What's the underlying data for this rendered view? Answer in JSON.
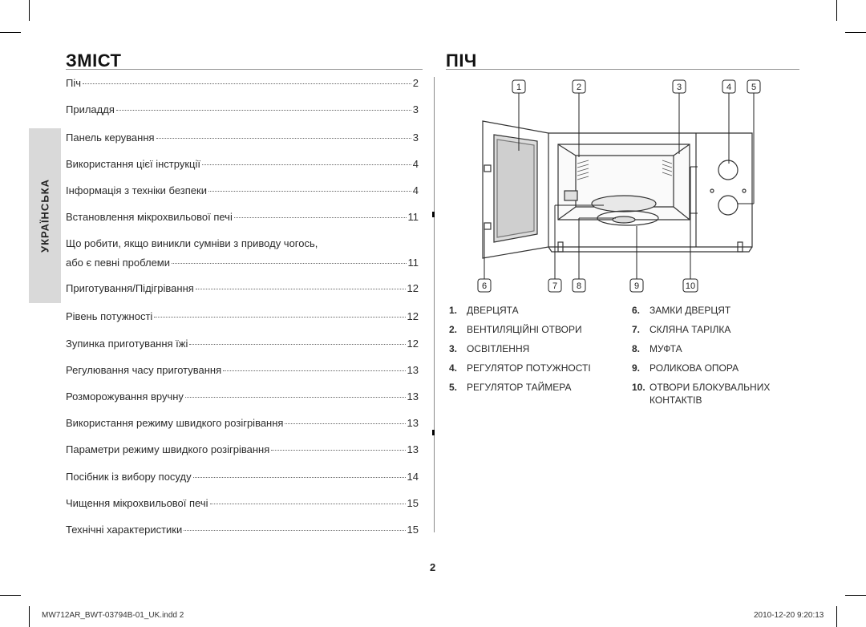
{
  "left": {
    "title": "ЗМІСТ",
    "side_tab": "УКРАЇНСЬКА",
    "toc": [
      {
        "label": "Піч",
        "page": "2"
      },
      {
        "label": "Приладдя",
        "page": "3"
      },
      {
        "label": "Панель керування",
        "page": "3"
      },
      {
        "label": "Використання цієї інструкції",
        "page": "4"
      },
      {
        "label": "Інформація з техніки безпеки",
        "page": "4"
      },
      {
        "label": "Встановлення мікрохвильової печі",
        "page": "11"
      },
      {
        "label": "Що робити, якщо виникли сумніви з приводу чогось,",
        "page": ""
      },
      {
        "label": "або є певні проблеми",
        "page": "11"
      },
      {
        "label": "Приготування/Підігрівання",
        "page": "12"
      },
      {
        "label": "Рівень потужності",
        "page": "12"
      },
      {
        "label": "Зупинка приготування їжі",
        "page": "12"
      },
      {
        "label": "Регулювання часу приготування",
        "page": "13"
      },
      {
        "label": "Розморожування вручну",
        "page": "13"
      },
      {
        "label": "Використання режиму швидкого розігрівання",
        "page": "13"
      },
      {
        "label": "Параметри режиму швидкого розігрівання",
        "page": "13"
      },
      {
        "label": "Посібник із вибору посуду",
        "page": "14"
      },
      {
        "label": "Чищення мікрохвильової печі",
        "page": "15"
      },
      {
        "label": "Технічні характеристики",
        "page": "15"
      }
    ]
  },
  "right": {
    "title": "ПІЧ",
    "callouts_top": [
      "1",
      "2",
      "3",
      "4",
      "5"
    ],
    "callouts_bottom": [
      "6",
      "7",
      "8",
      "9",
      "10"
    ],
    "legend": [
      {
        "num": "1.",
        "text": "ДВЕРЦЯТА"
      },
      {
        "num": "2.",
        "text": "ВЕНТИЛЯЦІЙНІ ОТВОРИ"
      },
      {
        "num": "3.",
        "text": "ОСВІТЛЕННЯ"
      },
      {
        "num": "4.",
        "text": "РЕГУЛЯТОР ПОТУЖНОСТІ"
      },
      {
        "num": "5.",
        "text": "РЕГУЛЯТОР ТАЙМЕРА"
      },
      {
        "num": "6.",
        "text": "ЗАМКИ ДВЕРЦЯТ"
      },
      {
        "num": "7.",
        "text": "СКЛЯНА ТАРІЛКА"
      },
      {
        "num": "8.",
        "text": "МУФТА"
      },
      {
        "num": "9.",
        "text": "РОЛИКОВА ОПОРА"
      },
      {
        "num": "10.",
        "text": "ОТВОРИ БЛОКУВАЛЬНИХ"
      },
      {
        "num": "",
        "text": "КОНТАКТІВ"
      }
    ]
  },
  "page_number": "2",
  "footer": {
    "file": "MW712AR_BWT-03794B-01_UK.indd   2",
    "date": "2010-12-20",
    "time": "9:20:13"
  }
}
